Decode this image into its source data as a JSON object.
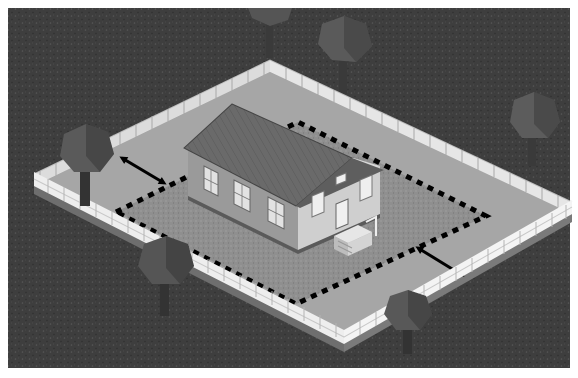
{
  "scene": {
    "subject": "house-on-fenced-lot",
    "style": "grayscale-isometric-render",
    "objects": [
      "house",
      "front-steps",
      "picket-fence",
      "setback-line",
      "setback-arrows",
      "trees"
    ]
  },
  "colors": {
    "frame": "#ffffff",
    "grass": "#3e3e3e",
    "lot": "#a6a6a6",
    "gravel": "#8f8f8f",
    "roof": "#6a6a6a",
    "house_wall_left": "#9a9a9a",
    "house_wall_right": "#cfcfcf",
    "fence": "#e3e3e3",
    "tree": "#4a4a4a",
    "dots": "#000000"
  }
}
